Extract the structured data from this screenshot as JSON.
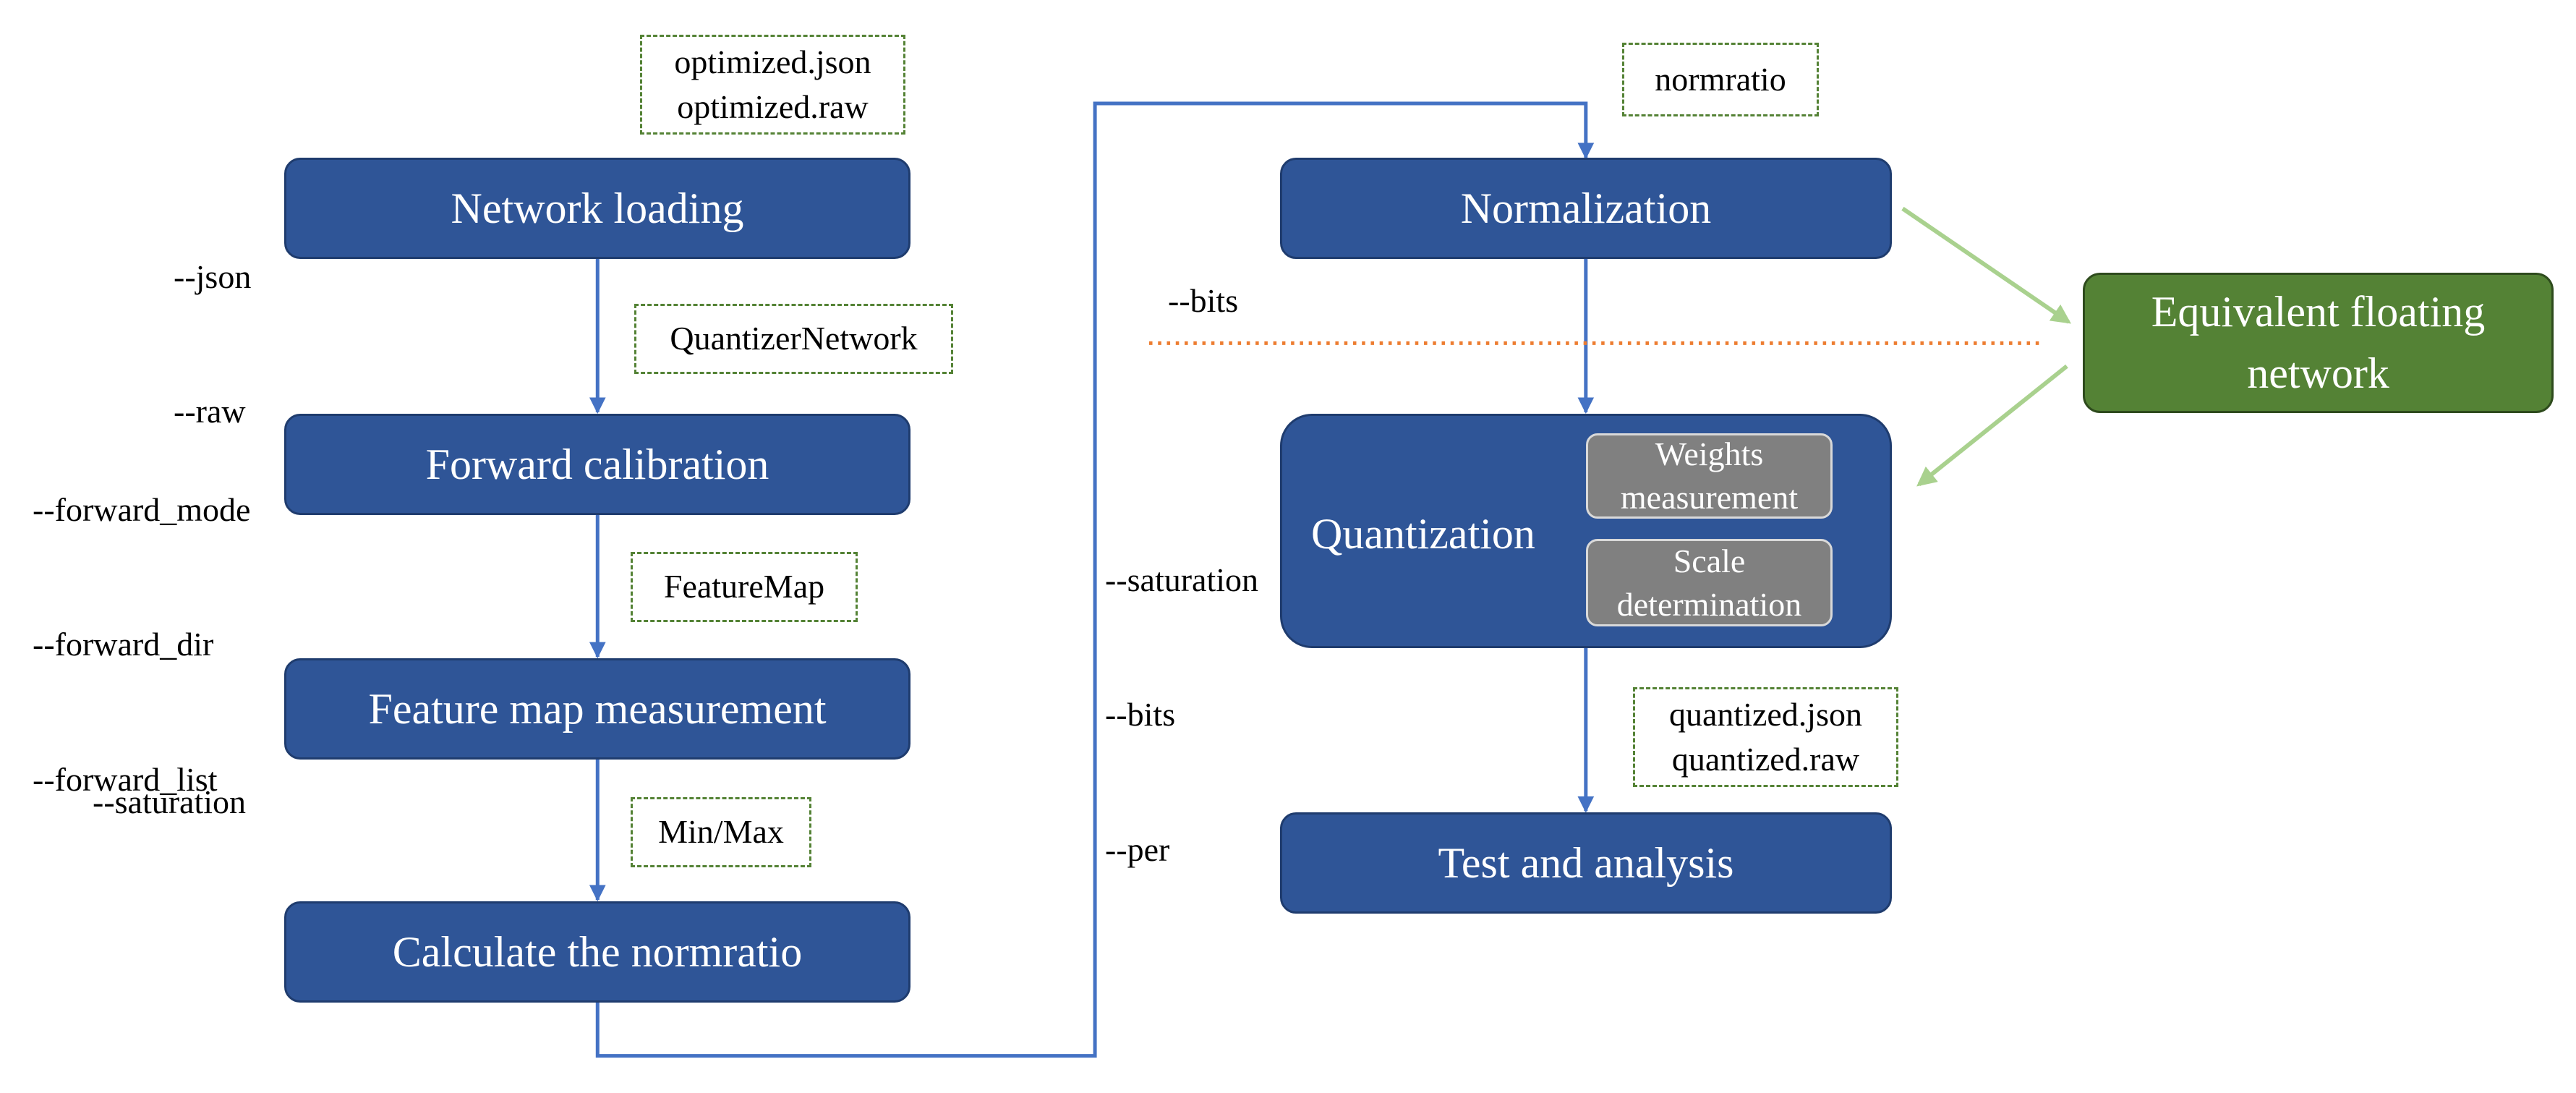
{
  "boxes": {
    "network_loading": "Network loading",
    "forward_calibration": "Forward calibration",
    "feature_map_measurement": "Feature map measurement",
    "calculate_normratio": "Calculate the normratio",
    "normalization": "Normalization",
    "quantization": "Quantization",
    "weights_measurement": "Weights measurement",
    "scale_determination": "Scale determination",
    "test_and_analysis": "Test and analysis",
    "equivalent_floating_network": "Equivalent floating network"
  },
  "labels": {
    "optimized": [
      "optimized.json",
      "optimized.raw"
    ],
    "quantizer_network": "QuantizerNetwork",
    "feature_map": "FeatureMap",
    "min_max": "Min/Max",
    "normratio": "normratio",
    "quantized": [
      "quantized.json",
      "quantized.raw"
    ]
  },
  "params": {
    "network_loading": [
      "--json",
      "--raw"
    ],
    "forward_calibration": [
      "--forward_mode",
      "--forward_dir",
      "--forward_list"
    ],
    "feature_map_measurement": [
      "--saturation"
    ],
    "normalization": [
      "--bits"
    ],
    "quantization": [
      "--saturation",
      "--bits",
      "--per"
    ]
  },
  "colors": {
    "process_box": "#2f5597",
    "connector": "#4472c4",
    "equivalent_box": "#548235",
    "equivalent_arrow": "#a9d18e",
    "divider": "#ed7d31",
    "label_border": "#548235",
    "sub_box": "#808080"
  }
}
